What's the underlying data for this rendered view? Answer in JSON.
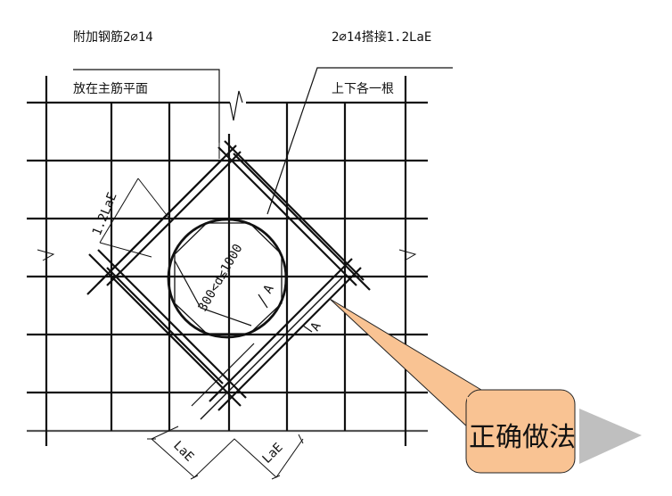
{
  "labels": {
    "extra_bars_line1": "附加钢筋2⌀14",
    "extra_bars_line2": "放在主筋平面",
    "lap_line1": "2⌀14搭接1.2LaE",
    "lap_line2": "上下各一根",
    "diameter_range": "300<d≤1000",
    "lap_length_diag": "1.2LaE",
    "anchor_left": "LaE",
    "anchor_right": "LaE",
    "section_mark_1": "A",
    "section_mark_2": "A"
  },
  "callout": {
    "text": "正确做法",
    "fill": "#f9c393",
    "shadow": "#b8b8b8"
  }
}
